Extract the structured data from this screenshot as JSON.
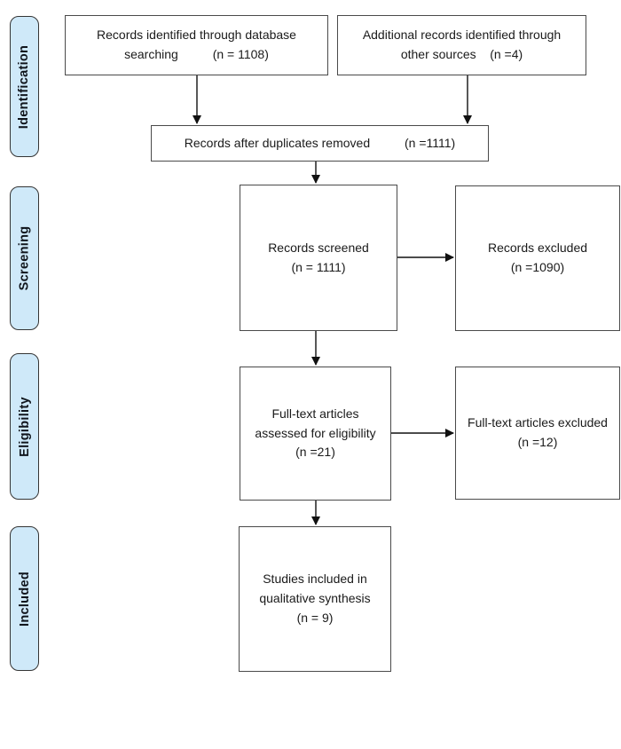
{
  "stages": [
    {
      "label": "Identification"
    },
    {
      "label": "Screening"
    },
    {
      "label": "Eligibility"
    },
    {
      "label": "Included"
    }
  ],
  "boxes": {
    "database_search": {
      "text": "Records identified through database\nsearching          (n = 1108)"
    },
    "other_sources": {
      "text": "Additional records identified through\nother sources    (n =4)"
    },
    "duplicates_removed": {
      "text": "Records after duplicates removed          (n =1111)"
    },
    "records_screened": {
      "text": "Records screened\n(n = 1111)"
    },
    "records_excluded": {
      "text": "Records excluded\n(n =1090)"
    },
    "fulltext_assessed": {
      "text": "Full-text articles\nassessed for eligibility\n(n =21)"
    },
    "fulltext_excluded": {
      "text": "Full-text articles excluded\n(n =12)"
    },
    "qualitative_synthesis": {
      "text": "Studies included in\nqualitative synthesis\n(n = 9)"
    }
  },
  "colors": {
    "stage_fill": "#cfe9f9",
    "stage_border": "#353535",
    "box_border": "#4a4a4a",
    "text": "#1a1a1a",
    "arrow": "#111111"
  }
}
